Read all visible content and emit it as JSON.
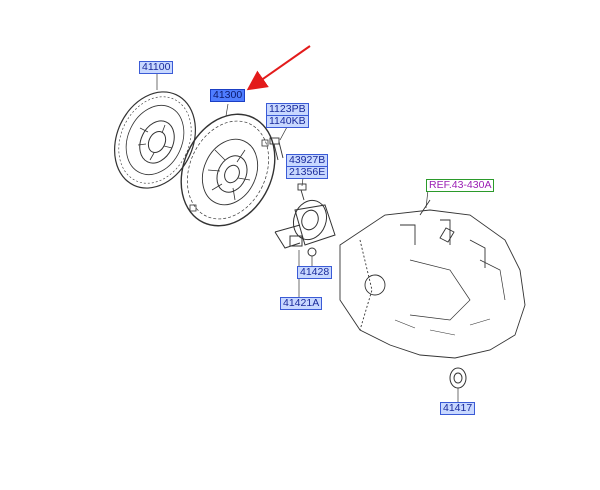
{
  "diagram": {
    "callouts": {
      "disc": "41100",
      "cover": "41300",
      "bolt_a": "1123PB",
      "bolt_b": "1140KB",
      "bolt2_a": "43927B",
      "bolt2_b": "21356E",
      "bearing_bolt": "41428",
      "release_cylinder": "41421A",
      "plug": "41417",
      "reference": "REF.43-430A"
    },
    "colors": {
      "callout_fill": "#c8d8ff",
      "callout_selected": "#4f7dff",
      "callout_text": "#1a2a9a",
      "ref_text": "#9b1fb5",
      "ref_border": "#2b9a2b",
      "arrow": "#e31b1b",
      "line_art": "#333333"
    }
  }
}
